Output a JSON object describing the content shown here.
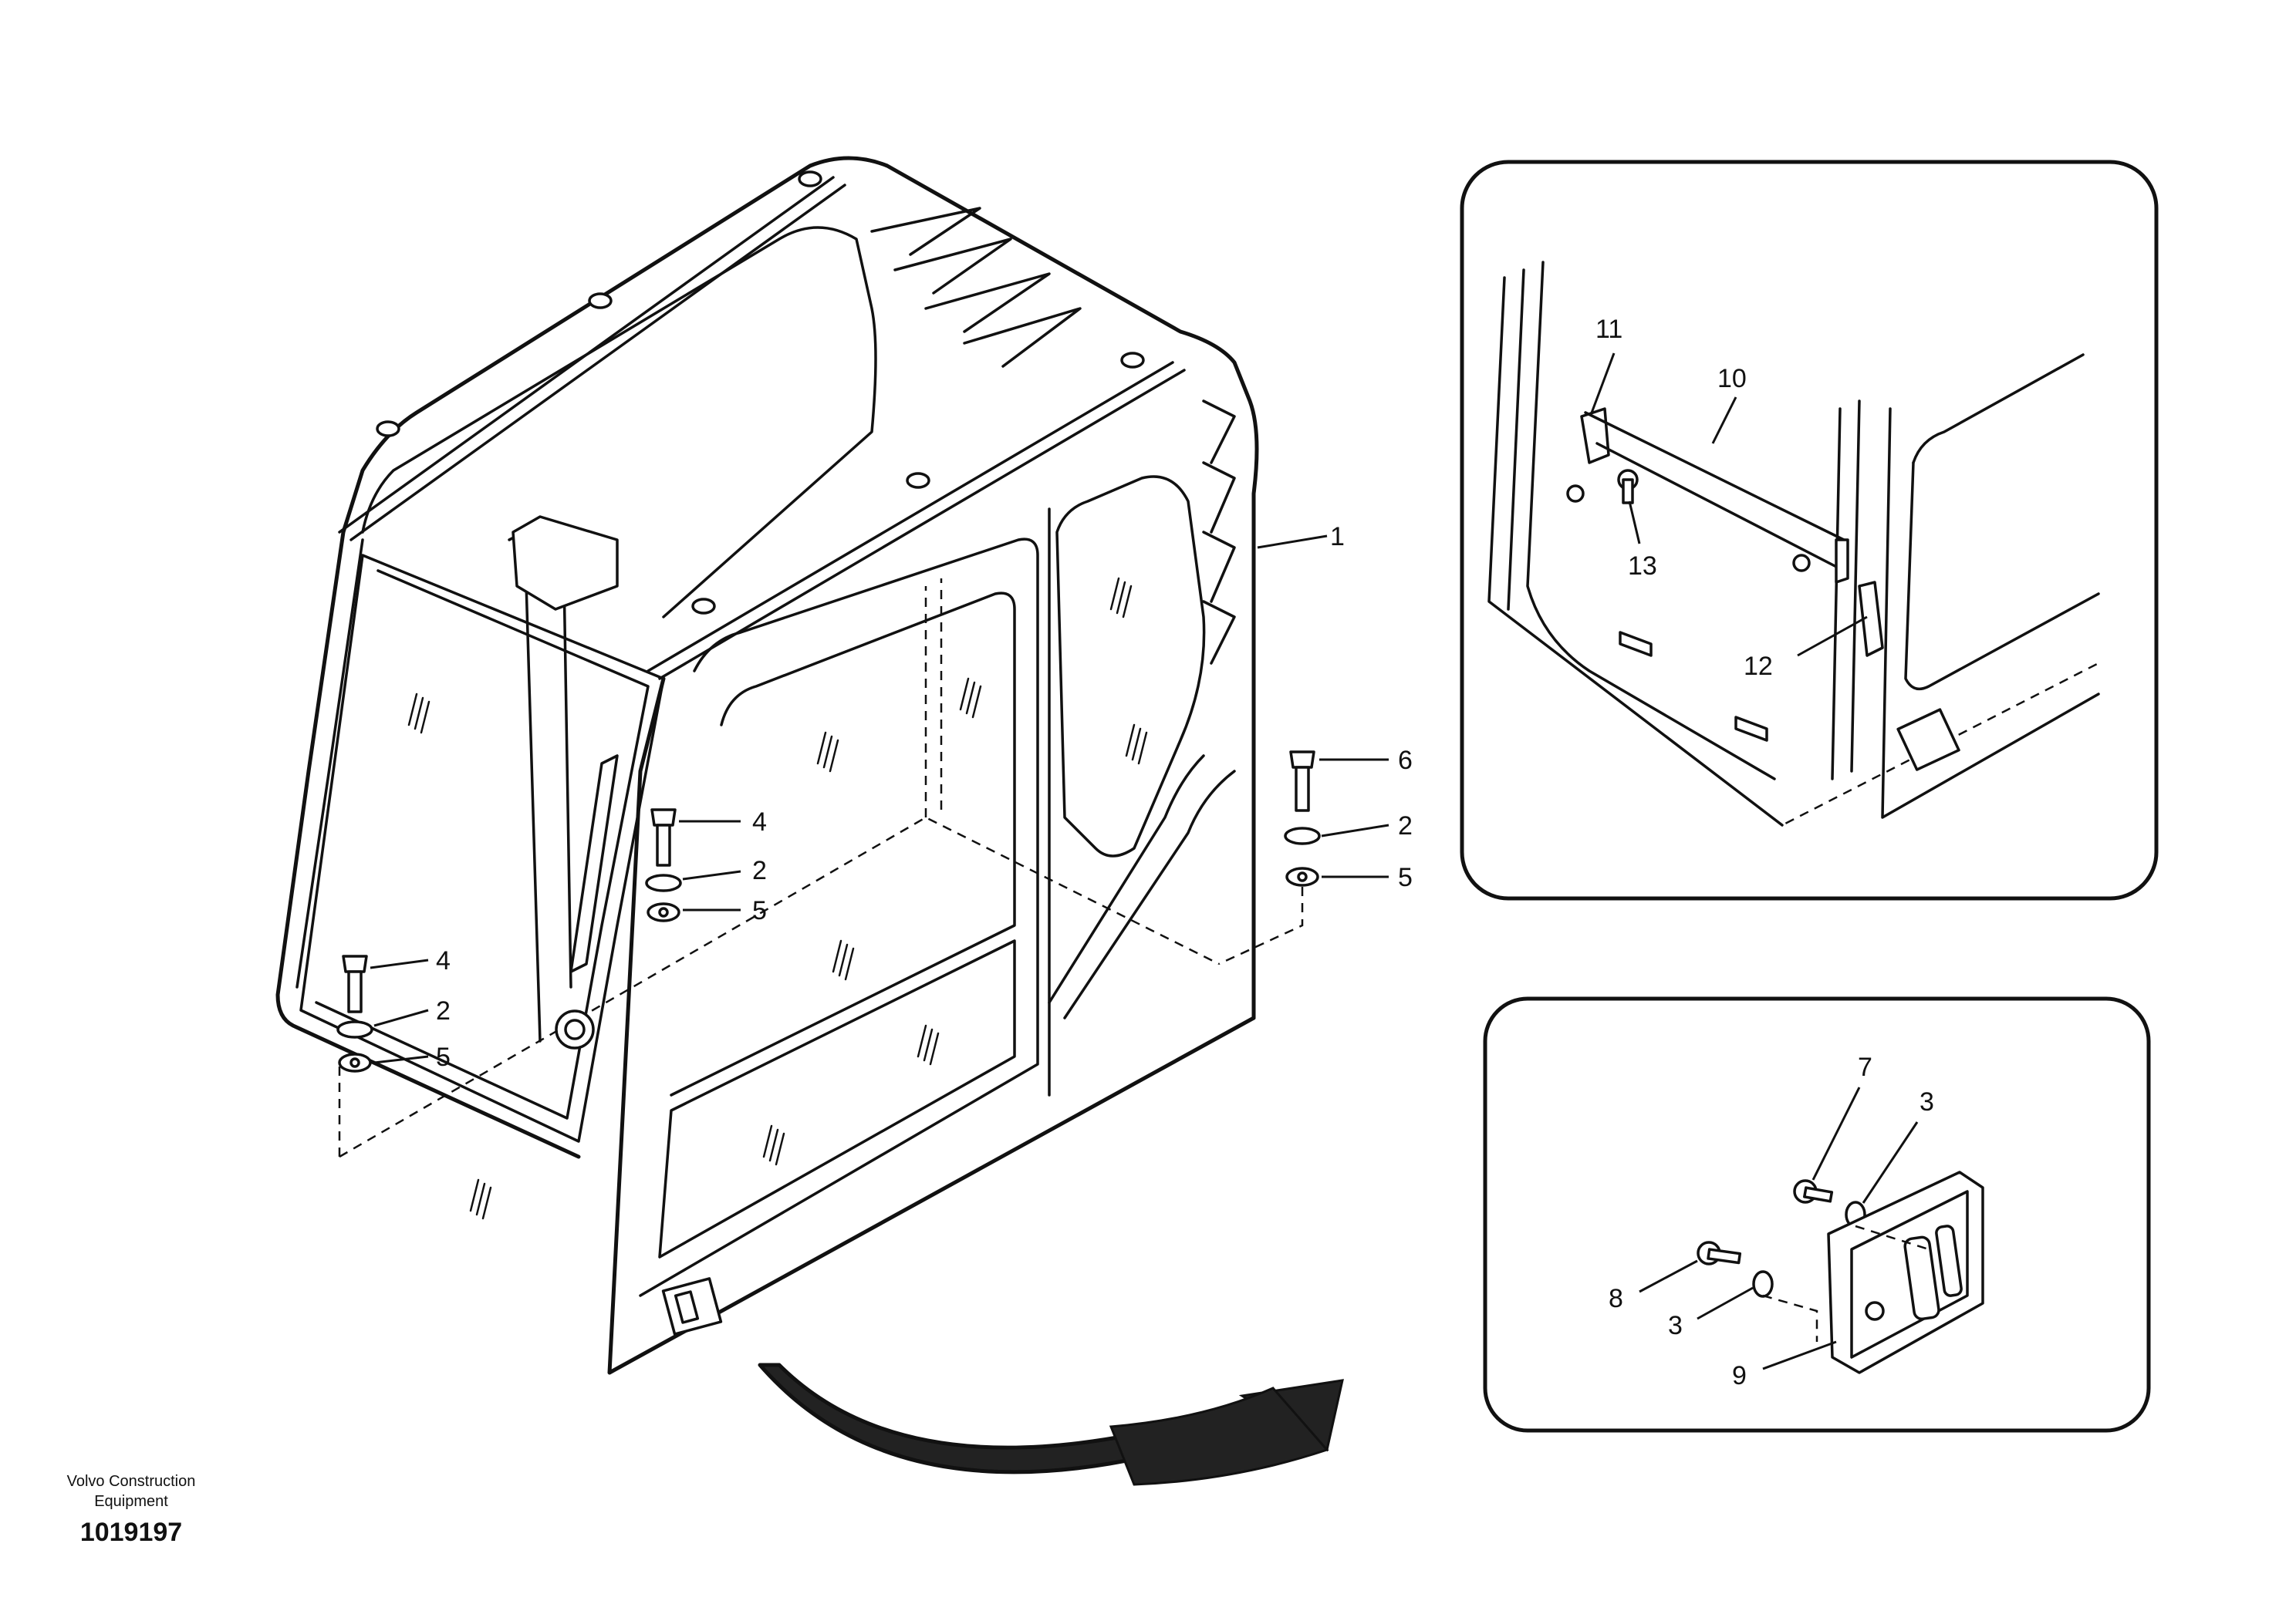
{
  "callouts": {
    "c1": "1",
    "c2a": "2",
    "c2b": "2",
    "c2c": "2",
    "c3a": "3",
    "c3b": "3",
    "c4a": "4",
    "c4b": "4",
    "c5a": "5",
    "c5b": "5",
    "c5c": "5",
    "c6": "6",
    "c7": "7",
    "c8": "8",
    "c9": "9",
    "c10": "10",
    "c11": "11",
    "c12": "12",
    "c13": "13"
  },
  "footer": {
    "company_line1": "Volvo Construction",
    "company_line2": "Equipment",
    "drawing_number": "1019197"
  }
}
